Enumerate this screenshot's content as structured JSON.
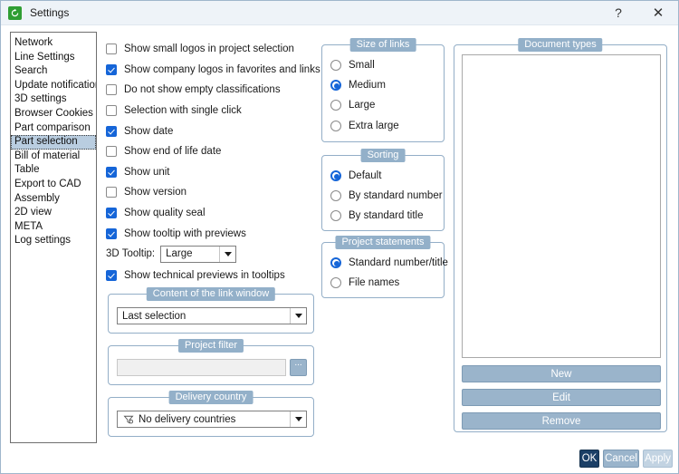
{
  "window": {
    "title": "Settings",
    "app_icon": "refresh-green-icon",
    "help_label": "?",
    "close_label": "✕"
  },
  "sidebar": {
    "items": [
      {
        "label": "Network",
        "selected": false
      },
      {
        "label": "Line Settings",
        "selected": false
      },
      {
        "label": "Search",
        "selected": false
      },
      {
        "label": "Update notification",
        "selected": false
      },
      {
        "label": "3D settings",
        "selected": false
      },
      {
        "label": "Browser Cookies",
        "selected": false
      },
      {
        "label": "Part comparison",
        "selected": false
      },
      {
        "label": "Part selection",
        "selected": true
      },
      {
        "label": "Bill of material",
        "selected": false
      },
      {
        "label": "Table",
        "selected": false
      },
      {
        "label": "Export to CAD",
        "selected": false
      },
      {
        "label": "Assembly",
        "selected": false
      },
      {
        "label": "2D view",
        "selected": false
      },
      {
        "label": "META",
        "selected": false
      },
      {
        "label": "Log settings",
        "selected": false
      }
    ]
  },
  "checkboxes": [
    {
      "label": "Show small logos in project selection",
      "checked": false
    },
    {
      "label": "Show company logos in favorites and links",
      "checked": true
    },
    {
      "label": "Do not show empty classifications",
      "checked": false
    },
    {
      "label": "Selection with single click",
      "checked": false
    },
    {
      "label": "Show date",
      "checked": true
    },
    {
      "label": "Show end of life date",
      "checked": false
    },
    {
      "label": "Show unit",
      "checked": true
    },
    {
      "label": "Show version",
      "checked": false
    },
    {
      "label": "Show quality seal",
      "checked": true
    },
    {
      "label": "Show tooltip with previews",
      "checked": true
    }
  ],
  "tooltip_setting": {
    "label": "3D Tooltip:",
    "value": "Large"
  },
  "checkbox_after_tooltip": {
    "label": "Show technical previews in tooltips",
    "checked": true
  },
  "link_window": {
    "title": "Content of the link window",
    "value": "Last selection"
  },
  "project_filter": {
    "title": "Project filter",
    "value": "",
    "browse_label": "..."
  },
  "delivery_country": {
    "title": "Delivery country",
    "value": "No delivery countries",
    "icon": "filter-icon"
  },
  "size_of_links": {
    "title": "Size of links",
    "options": [
      {
        "label": "Small",
        "selected": false
      },
      {
        "label": "Medium",
        "selected": true
      },
      {
        "label": "Large",
        "selected": false
      },
      {
        "label": "Extra large",
        "selected": false
      }
    ]
  },
  "sorting": {
    "title": "Sorting",
    "options": [
      {
        "label": "Default",
        "selected": true
      },
      {
        "label": "By standard number",
        "selected": false
      },
      {
        "label": "By standard title",
        "selected": false
      }
    ]
  },
  "project_statements": {
    "title": "Project statements",
    "options": [
      {
        "label": "Standard number/title",
        "selected": true
      },
      {
        "label": "File names",
        "selected": false
      }
    ]
  },
  "document_types": {
    "title": "Document types",
    "list_items": [],
    "buttons": [
      {
        "label": "New"
      },
      {
        "label": "Edit"
      },
      {
        "label": "Remove"
      }
    ]
  },
  "footer": {
    "ok_label": "OK",
    "cancel_label": "Cancel",
    "apply_label": "Apply"
  },
  "colors": {
    "accent_blue": "#1565d8",
    "group_label_bg": "#93b0c9",
    "button_blue": "#9ab4cb",
    "ok_dark": "#1b3f66",
    "selection_bg": "#b9cde0"
  }
}
